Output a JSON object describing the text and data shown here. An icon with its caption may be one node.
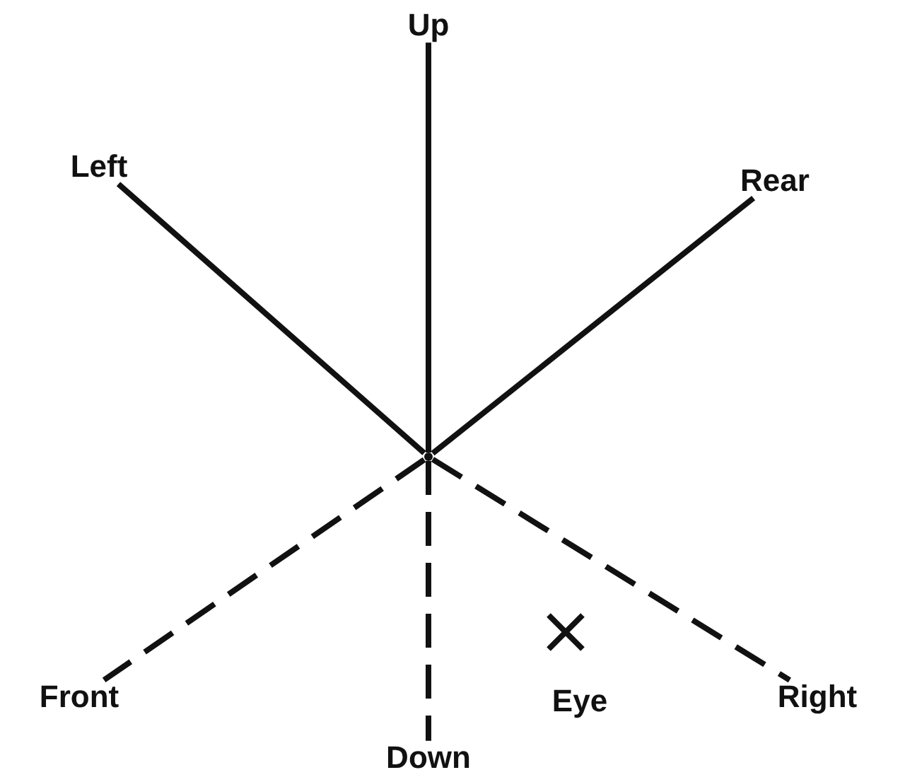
{
  "diagram": {
    "nodes": [
      {
        "text": [
          "Up"
        ]
      },
      {
        "text": [
          "Left"
        ]
      },
      {
        "text": [
          "Rear"
        ]
      },
      {
        "text": [],
        "shape": "point"
      },
      {
        "text": [
          "Front"
        ]
      },
      {
        "text": [
          "Eye"
        ]
      },
      {
        "text": [
          "Right"
        ]
      },
      {
        "text": [
          "Down"
        ]
      }
    ],
    "edges": [
      {
        "from": 3,
        "to": 0,
        "arrow": "none"
      },
      {
        "from": 3,
        "to": 1,
        "arrow": "none"
      },
      {
        "from": 3,
        "to": 2,
        "arrow": "none"
      },
      {
        "from": 3,
        "to": 4,
        "arrow": "none",
        "style": "dashed"
      },
      {
        "from": 3,
        "to": 6,
        "arrow": "none",
        "style": "dashed"
      },
      {
        "from": 3,
        "to": 7,
        "arrow": "none",
        "style": "dashed"
      }
    ]
  }
}
